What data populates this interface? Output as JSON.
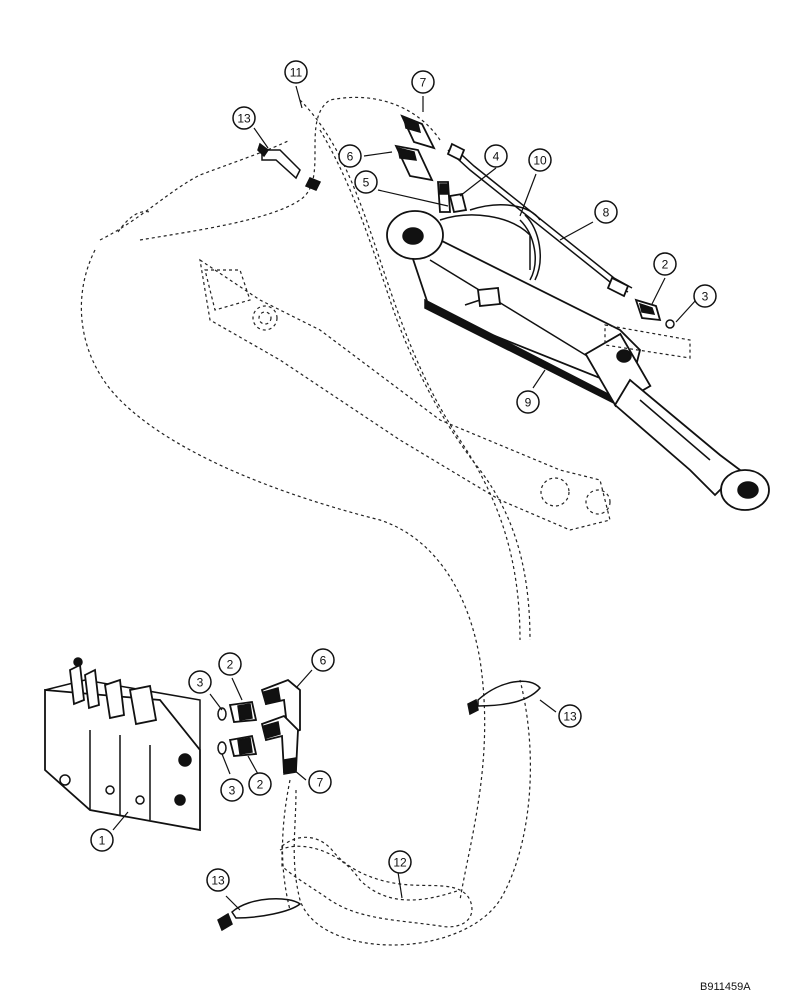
{
  "figure_id": "B911459A",
  "callouts": [
    {
      "key": "c11",
      "label": "11"
    },
    {
      "key": "c13a",
      "label": "13"
    },
    {
      "key": "c7a",
      "label": "7"
    },
    {
      "key": "c6a",
      "label": "6"
    },
    {
      "key": "c4",
      "label": "4"
    },
    {
      "key": "c10",
      "label": "10"
    },
    {
      "key": "c5",
      "label": "5"
    },
    {
      "key": "c8",
      "label": "8"
    },
    {
      "key": "c2a",
      "label": "2"
    },
    {
      "key": "c3a",
      "label": "3"
    },
    {
      "key": "c9",
      "label": "9"
    },
    {
      "key": "c2b",
      "label": "2"
    },
    {
      "key": "c3b",
      "label": "3"
    },
    {
      "key": "c6b",
      "label": "6"
    },
    {
      "key": "c13b",
      "label": "13"
    },
    {
      "key": "c3c",
      "label": "3"
    },
    {
      "key": "c2c",
      "label": "2"
    },
    {
      "key": "c7b",
      "label": "7"
    },
    {
      "key": "c1",
      "label": "1"
    },
    {
      "key": "c12",
      "label": "12"
    },
    {
      "key": "c13c",
      "label": "13"
    }
  ]
}
